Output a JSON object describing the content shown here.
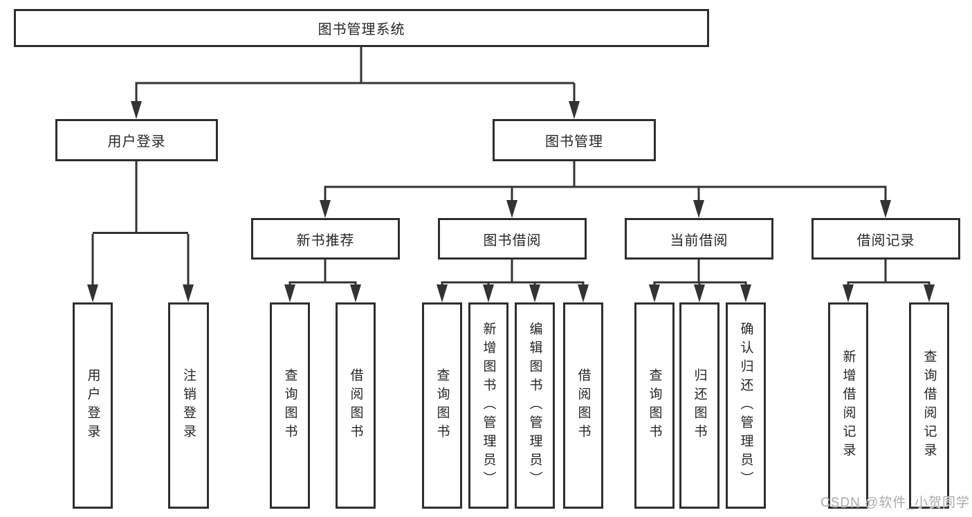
{
  "title": "图书管理系统",
  "watermark": "CSDN @软件_小贺同学",
  "colors": {
    "line": "#333333",
    "border": "#2e2e2e",
    "text": "#262626",
    "watermark": "#ababab"
  },
  "tree": {
    "root": "图书管理系统",
    "branches": [
      {
        "label": "用户登录",
        "children": [
          {
            "label": "用户登录"
          },
          {
            "label": "注销登录"
          }
        ]
      },
      {
        "label": "图书管理",
        "children": [
          {
            "label": "新书推荐",
            "children": [
              {
                "label": "查询图书"
              },
              {
                "label": "借阅图书"
              }
            ]
          },
          {
            "label": "图书借阅",
            "children": [
              {
                "label": "查询图书"
              },
              {
                "label": "新增图书（管理员）"
              },
              {
                "label": "编辑图书（管理员）"
              },
              {
                "label": "借阅图书"
              }
            ]
          },
          {
            "label": "当前借阅",
            "children": [
              {
                "label": "查询图书"
              },
              {
                "label": "归还图书"
              },
              {
                "label": "确认归还（管理员）"
              }
            ]
          },
          {
            "label": "借阅记录",
            "children": [
              {
                "label": "新增借阅记录"
              },
              {
                "label": "查询借阅记录"
              }
            ]
          }
        ]
      }
    ]
  }
}
